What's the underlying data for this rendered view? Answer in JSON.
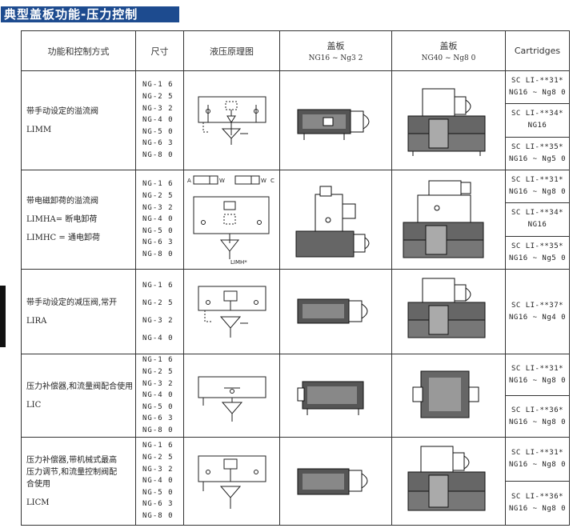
{
  "title": "典型盖板功能-压力控制",
  "table": {
    "headers": {
      "func": "功能和控制方式",
      "size": "尺寸",
      "schematic": "液压原理图",
      "cover_small": "盖板",
      "cover_small_range": "NG16 ~ Ng3 2",
      "cover_large": "盖板",
      "cover_large_range": "NG40 ~ Ng8 0",
      "cartridges": "Cartridges"
    },
    "rows": [
      {
        "func": [
          "带手动设定的溢流阀",
          "LIMM"
        ],
        "sizes": [
          "NG-1 6",
          "NG-2 5",
          "NG-3 2",
          "NG-4 0",
          "NG-5 0",
          "NG-6 3",
          "NG-8 0"
        ],
        "cartridges": [
          {
            "code": "SC LI-**31*",
            "range": "NG16 ~ Ng8 0"
          },
          {
            "code": "SC LI-**34*",
            "range": "NG16"
          },
          {
            "code": "SC LI-**35*",
            "range": "NG16 ~ Ng5 0"
          }
        ]
      },
      {
        "func": [
          "带电磁卸荷的溢流阀",
          "LIMHA= 断电卸荷",
          "LIMHC = 通电卸荷"
        ],
        "sizes": [
          "NG-1 6",
          "NG-2 5",
          "NG-3 2",
          "NG-4 0",
          "NG-5 0",
          "NG-6 3",
          "NG-8 0"
        ],
        "schematic_labels": {
          "a": "A",
          "w1": "W",
          "w2": "W",
          "c": "C",
          "code": "LIMH*"
        },
        "cartridges": [
          {
            "code": "SC LI-**31*",
            "range": "NG16 ~ Ng8 0"
          },
          {
            "code": "SC LI-**34*",
            "range": "NG16"
          },
          {
            "code": "SC LI-**35*",
            "range": "NG16 ~ Ng5 0"
          }
        ]
      },
      {
        "func": [
          "带手动设定的减压阀,常开",
          "LIRA"
        ],
        "sizes": [
          "NG-1 6",
          "NG-2 5",
          "NG-3 2",
          "NG-4 0"
        ],
        "cartridges": [
          {
            "code": "SC LI-**37*",
            "range": "NG16 ~ Ng4 0"
          }
        ]
      },
      {
        "func": [
          "压力补偿器,和流量阀配合使用",
          "LIC"
        ],
        "sizes": [
          "NG-1 6",
          "NG-2 5",
          "NG-3 2",
          "NG-4 0",
          "NG-5 0",
          "NG-6 3",
          "NG-8 0"
        ],
        "cartridges": [
          {
            "code": "SC LI-**31*",
            "range": "NG16 ~ Ng8 0"
          },
          {
            "code": "SC LI-**36*",
            "range": "NG16 ~ Ng8 0"
          }
        ]
      },
      {
        "func": [
          "压力补偿器,带机械式最高",
          "压力调节,和流量控制阀配",
          "合使用",
          "LICM"
        ],
        "sizes": [
          "NG-1 6",
          "NG-2 5",
          "NG-3 2",
          "NG-4 0",
          "NG-5 0",
          "NG-6 3",
          "NG-8 0"
        ],
        "cartridges": [
          {
            "code": "SC LI-**31*",
            "range": "NG16 ~ Ng8 0"
          },
          {
            "code": "SC LI-**36*",
            "range": "NG16 ~ Ng8 0"
          }
        ]
      }
    ]
  }
}
